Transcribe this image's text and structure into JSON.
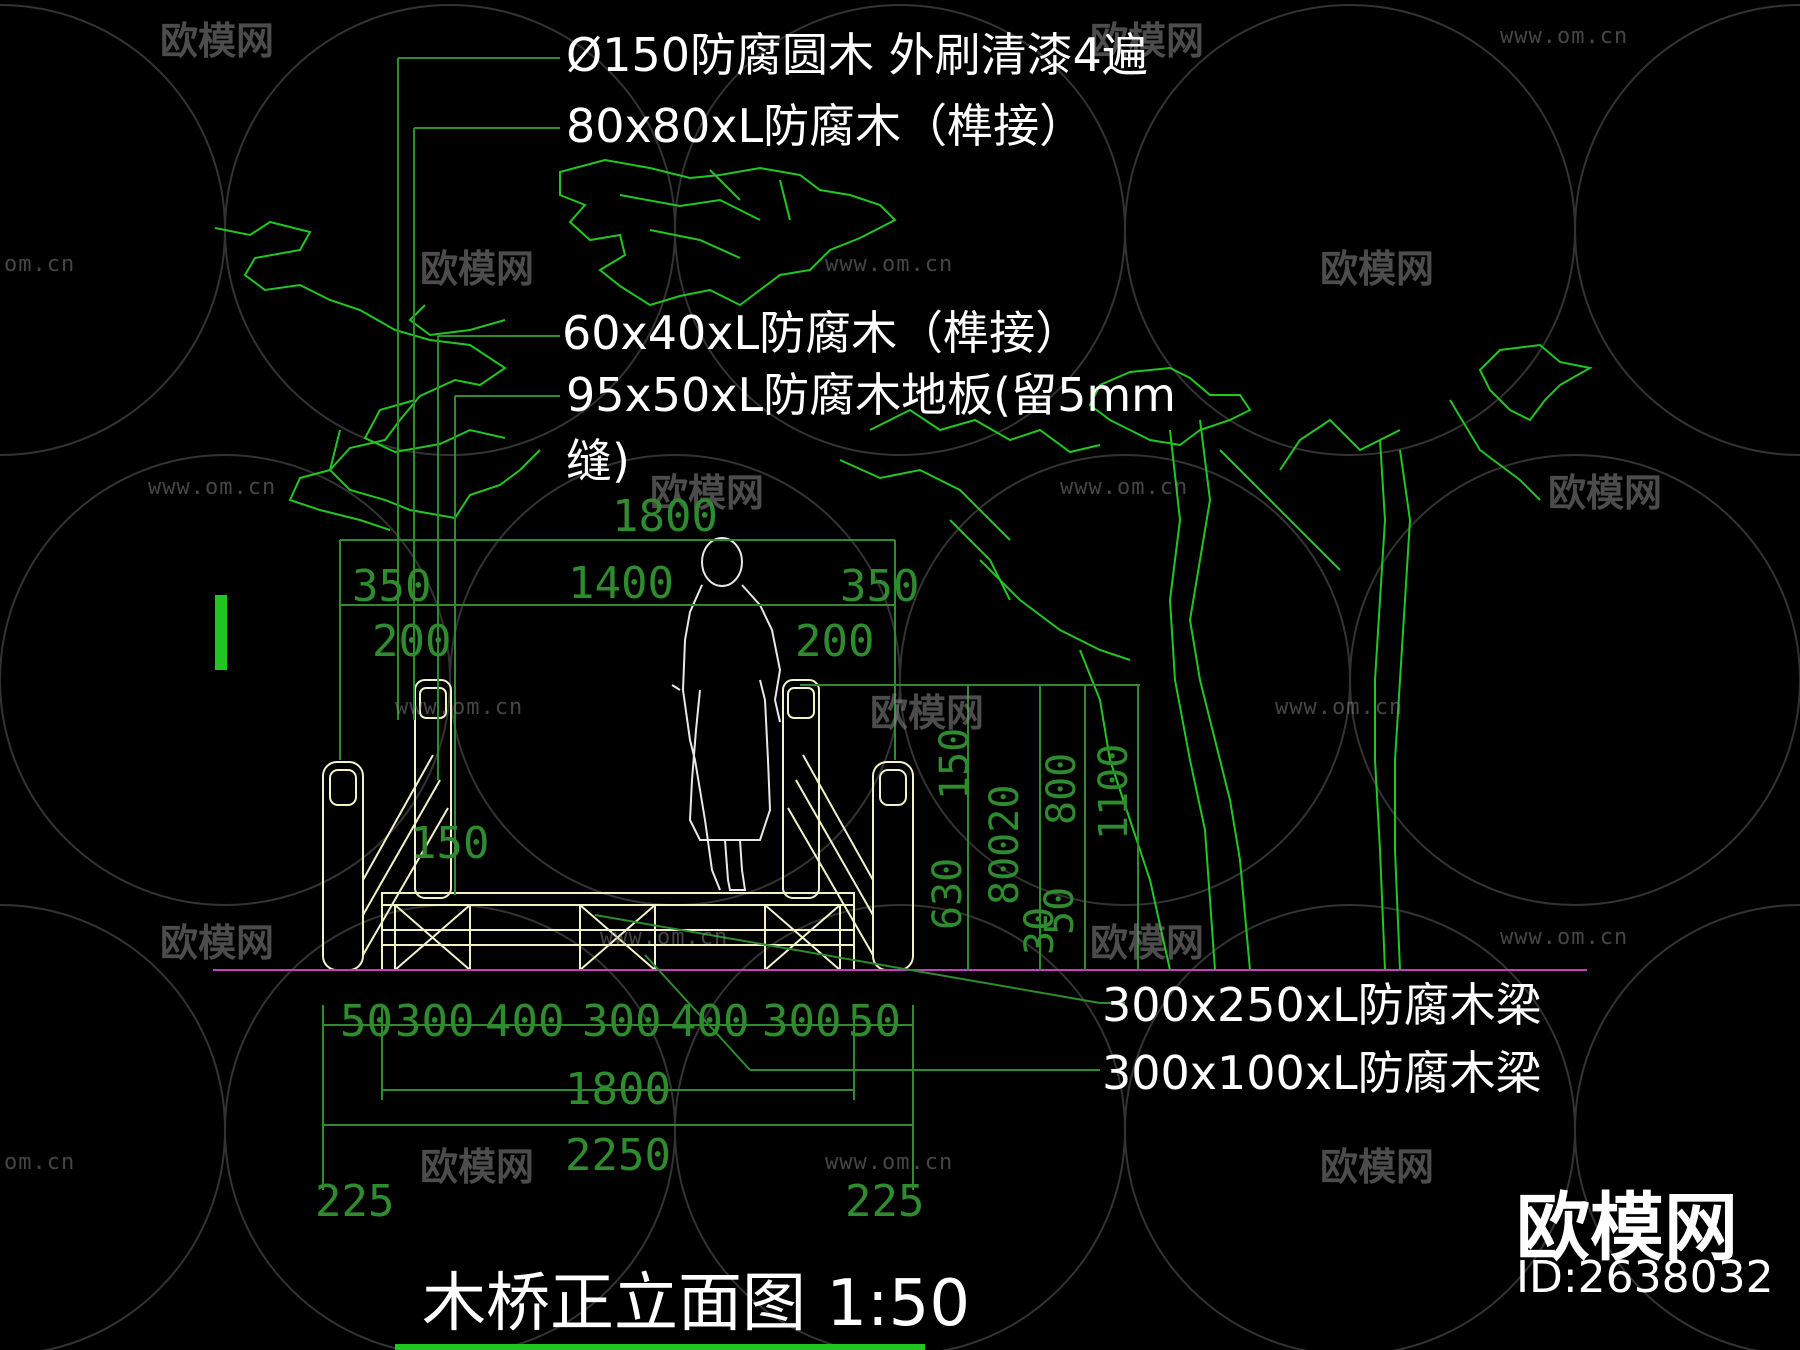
{
  "labels": {
    "top1": "Ø150防腐圆木 外刷清漆4遍",
    "top2": "80x80xL防腐木（榫接）",
    "mid1": "60x40xL防腐木（榫接）",
    "mid2": "95x50xL防腐木地板(留5mm",
    "mid2b": "缝)",
    "beam1": "300x250xL防腐木梁",
    "beam2": "300x100xL防腐木梁"
  },
  "dims": {
    "d1800top": "1800",
    "d1400": "1400",
    "d350l": "350",
    "d350r": "350",
    "d200l": "200",
    "d200r": "200",
    "d150": "150",
    "s50a": "50",
    "s300a": "300",
    "s400a": "400",
    "s300b": "300",
    "s400b": "400",
    "s300c": "300",
    "s50b": "50",
    "d1800": "1800",
    "d2250": "2250",
    "d225l": "225",
    "d225r": "225",
    "v630": "630",
    "v150": "150",
    "v800_20": "80020",
    "v800": "800",
    "v50": "50",
    "v30": "30",
    "v1100": "1100"
  },
  "title": "木桥正立面图  1:50",
  "watermark": {
    "brand": "欧模网",
    "url": "www.om.cn",
    "url_short": "om.cn",
    "id": "ID:2638032"
  },
  "colors": {
    "background": "#000000",
    "tree": "#22c622",
    "dimension": "#2e8b2e",
    "structure": "#f2f2c8",
    "ground": "#c040c0",
    "text": "#ffffff"
  }
}
